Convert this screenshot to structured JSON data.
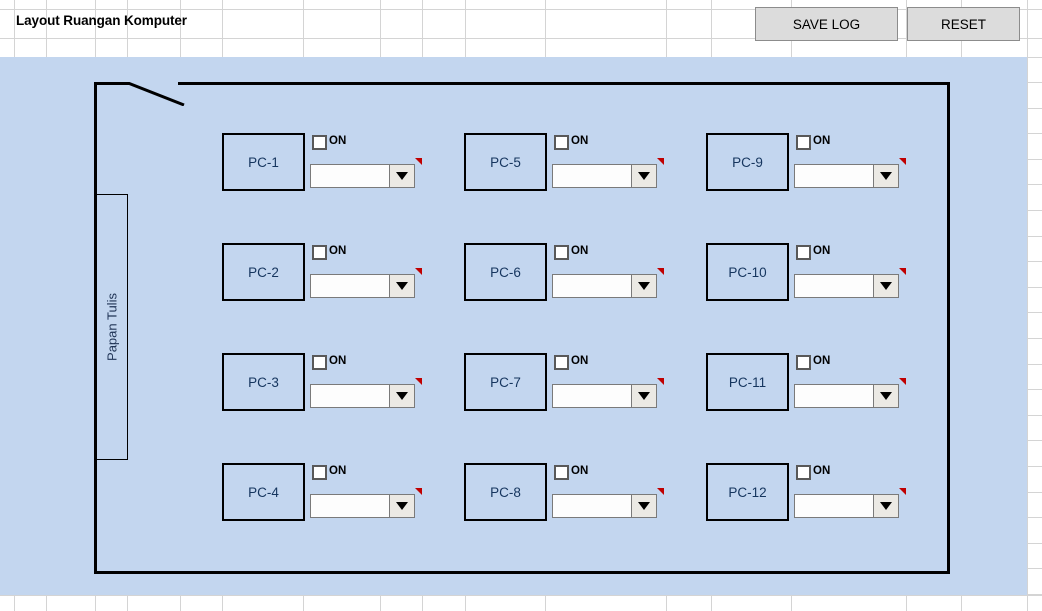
{
  "header": {
    "title": "Layout Ruangan Komputer",
    "buttons": [
      {
        "name": "save-log",
        "label": "SAVE LOG"
      },
      {
        "name": "reset",
        "label": "RESET"
      }
    ]
  },
  "room": {
    "whiteboard_label": "Papan Tulis",
    "door_icon": "door-swing-icon",
    "fill_color": "#c3d6ef",
    "wall_color": "#000000"
  },
  "controls": {
    "checkbox_label": "ON",
    "dropdown_value": "",
    "dropdown_placeholder": "",
    "comment_marker_color": "#c00000"
  },
  "stations": [
    {
      "id": "pc-1",
      "label": "PC-1",
      "checkbox_label": "ON",
      "checked": false,
      "dropdown_value": ""
    },
    {
      "id": "pc-2",
      "label": "PC-2",
      "checkbox_label": "ON",
      "checked": false,
      "dropdown_value": ""
    },
    {
      "id": "pc-3",
      "label": "PC-3",
      "checkbox_label": "ON",
      "checked": false,
      "dropdown_value": ""
    },
    {
      "id": "pc-4",
      "label": "PC-4",
      "checkbox_label": "ON",
      "checked": false,
      "dropdown_value": ""
    },
    {
      "id": "pc-5",
      "label": "PC-5",
      "checkbox_label": "ON",
      "checked": false,
      "dropdown_value": ""
    },
    {
      "id": "pc-6",
      "label": "PC-6",
      "checkbox_label": "ON",
      "checked": false,
      "dropdown_value": ""
    },
    {
      "id": "pc-7",
      "label": "PC-7",
      "checkbox_label": "ON",
      "checked": false,
      "dropdown_value": ""
    },
    {
      "id": "pc-8",
      "label": "PC-8",
      "checkbox_label": "ON",
      "checked": false,
      "dropdown_value": ""
    },
    {
      "id": "pc-9",
      "label": "PC-9",
      "checkbox_label": "ON",
      "checked": false,
      "dropdown_value": ""
    },
    {
      "id": "pc-10",
      "label": "PC-10",
      "checkbox_label": "ON",
      "checked": false,
      "dropdown_value": ""
    },
    {
      "id": "pc-11",
      "label": "PC-11",
      "checkbox_label": "ON",
      "checked": false,
      "dropdown_value": ""
    },
    {
      "id": "pc-12",
      "label": "PC-12",
      "checkbox_label": "ON",
      "checked": false,
      "dropdown_value": ""
    }
  ],
  "layout": {
    "columns_x": [
      222,
      464,
      706
    ],
    "rows_y": [
      133,
      243,
      353,
      463
    ],
    "grid_v": [
      14,
      46,
      95,
      127,
      180,
      222,
      303,
      380,
      422,
      465,
      545,
      666,
      711,
      791,
      906,
      961,
      1027
    ],
    "grid_h": [
      9,
      38,
      57,
      595,
      611
    ]
  }
}
